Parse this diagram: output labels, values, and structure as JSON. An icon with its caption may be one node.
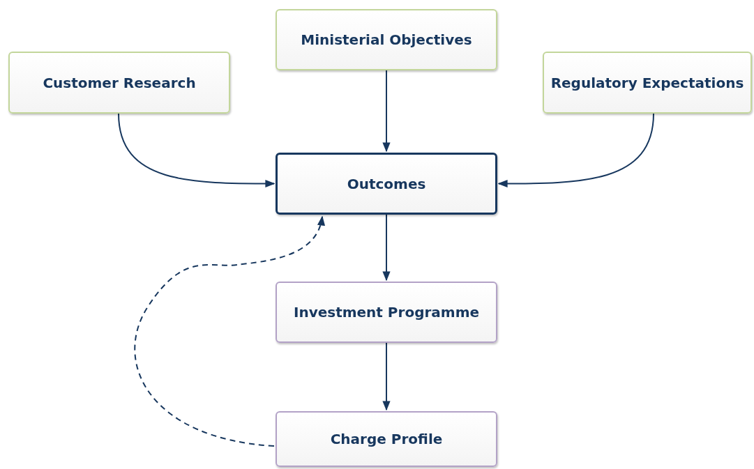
{
  "diagram": {
    "nodes": [
      {
        "text": [
          "Ministerial Objectives"
        ]
      },
      {
        "text": [
          "Customer Research"
        ]
      },
      {
        "text": [
          "Regulatory Expectations"
        ]
      },
      {
        "text": [
          "Outcomes"
        ]
      },
      {
        "text": [
          "Investment Programme"
        ]
      },
      {
        "text": [
          "Charge Profile"
        ]
      }
    ],
    "edges": [
      {
        "from": 0,
        "to": 3,
        "arrow": "to"
      },
      {
        "from": 1,
        "to": 3,
        "arrow": "to"
      },
      {
        "from": 2,
        "to": 3,
        "arrow": "to"
      },
      {
        "from": 3,
        "to": 4,
        "arrow": "to"
      },
      {
        "from": 4,
        "to": 5,
        "arrow": "to"
      },
      {
        "from": 5,
        "to": 3,
        "arrow": "to",
        "style": "dashed"
      }
    ]
  }
}
